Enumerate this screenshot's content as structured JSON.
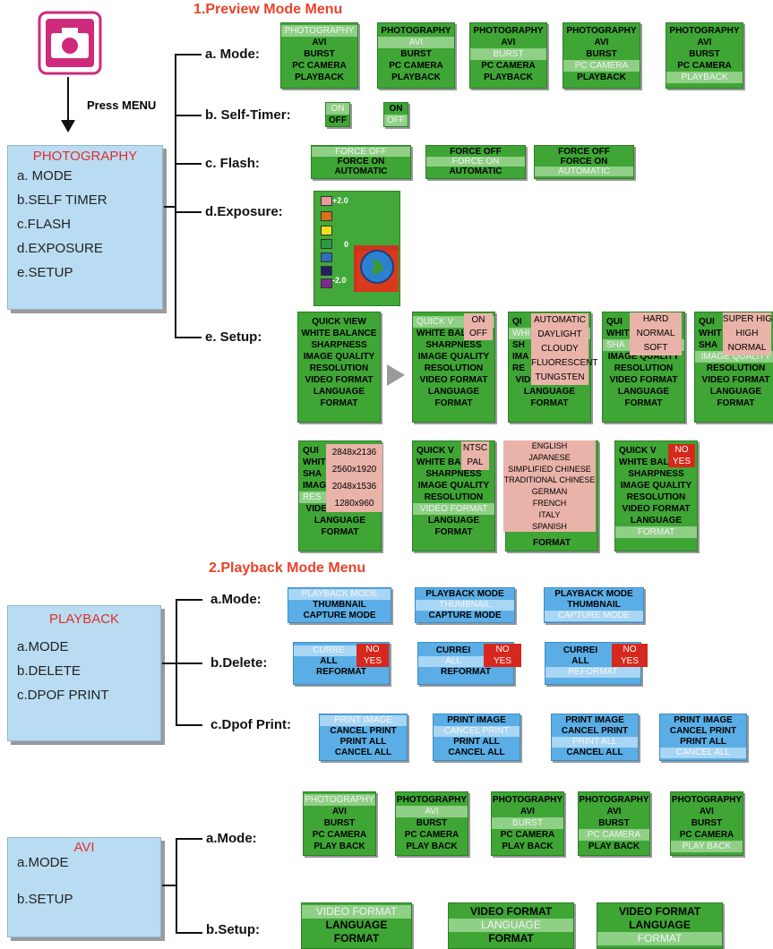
{
  "preview": {
    "title": "1.Preview Mode Menu",
    "press": "Press MENU",
    "menu": {
      "title": "PHOTOGRAPHY",
      "items": [
        "a. MODE",
        "b.SELF  TIMER",
        "c.FLASH",
        "d.EXPOSURE",
        "e.SETUP"
      ]
    },
    "labels": {
      "mode": "a. Mode:",
      "timer": "b. Self-Timer:",
      "flash": "c. Flash:",
      "exposure": "d.Exposure:",
      "setup": "e. Setup:"
    },
    "mode_items": [
      "PHOTOGRAPHY",
      "AVI",
      "BURST",
      "PC CAMERA",
      "PLAYBACK"
    ],
    "timer_items": [
      "ON",
      "OFF"
    ],
    "flash_items": [
      "FORCE OFF",
      "FORCE ON",
      "AUTOMATIC"
    ],
    "exposure": {
      "top": "+2.0",
      "mid": "0",
      "bottom": "-2.0",
      "swatches": [
        "#e89a9a",
        "#d8701a",
        "#f0e020",
        "#2e9a44",
        "#2f6fb8",
        "#222060",
        "#7a2a90"
      ]
    },
    "setup_items": [
      "QUICK VIEW",
      "WHITE BALANCE",
      "SHARPNESS",
      "IMAGE QUALITY",
      "RESOLUTION",
      "VIDEO FORMAT",
      "LANGUAGE",
      "FORMAT"
    ],
    "setup_clip": {
      "quick": "QUICK V",
      "white": "WHITE BAL",
      "qui": "QUI",
      "whit": "WHIT",
      "sha": "SHA",
      "imag": "IMAG",
      "res": "RES",
      "sh": "SH",
      "whi": "WHI",
      "ima": "IMA",
      "re": "RE",
      "q": "QI",
      "s": "SH",
      "sha2": "SHA",
      "wh": "WHIT",
      "qi": "QUI",
      "wh2": "WHIT",
      "sh2": "SHA"
    },
    "sub_onoff": [
      "ON",
      "OFF"
    ],
    "sub_wb": [
      "AUTOMATIC",
      "DAYLIGHT",
      "CLOUDY",
      "FLUORESCENT",
      "TUNGSTEN"
    ],
    "sub_sharp": [
      "HARD",
      "NORMAL",
      "SOFT"
    ],
    "sub_quality": [
      "SUPER HIGH",
      "HIGH",
      "NORMAL"
    ],
    "sub_res": [
      "2848x2136",
      "2560x1920",
      "2048x1536",
      "1280x960"
    ],
    "sub_video": [
      "NTSC",
      "PAL"
    ],
    "sub_lang": [
      "ENGLISH",
      "JAPANESE",
      "SIMPLIFIED CHINESE",
      "TRADITIONAL CHINESE",
      "GERMAN",
      "FRENCH",
      "ITALY",
      "SPANISH"
    ],
    "sub_noyes": [
      "NO",
      "YES"
    ]
  },
  "playback": {
    "title": "2.Playback Mode Menu",
    "menu": {
      "title": "PLAYBACK",
      "items": [
        "a.MODE",
        "b.DELETE",
        "c.DPOF  PRINT"
      ]
    },
    "labels": {
      "mode": "a.Mode:",
      "delete": "b.Delete:",
      "dpof": "c.Dpof Print:"
    },
    "mode_items": [
      "PLAYBACK MODE",
      "THUMBNAIL",
      "CAPTURE MODE"
    ],
    "delete_items": [
      "CURRENT",
      "ALL",
      "REFORMAT"
    ],
    "delete_clip": {
      "cur1": "CURRE",
      "cur2": "CURREI",
      "cur3": "CURREI",
      "ref": "REFORMAT"
    },
    "noyes": [
      "NO",
      "YES"
    ],
    "dpof_items": [
      "PRINT IMAGE",
      "CANCEL PRINT",
      "PRINT ALL",
      "CANCEL ALL"
    ]
  },
  "avi": {
    "menu": {
      "title": "AVI",
      "items": [
        "a.MODE",
        "b.SETUP"
      ]
    },
    "labels": {
      "mode": "a.Mode:",
      "setup": "b.Setup:"
    },
    "mode_items": [
      "PHOTOGRAPHY",
      "AVI",
      "BURST",
      "PC CAMERA",
      "PLAY BACK"
    ],
    "setup_items": [
      "VIDEO FORMAT",
      "LANGUAGE",
      "FORMAT"
    ]
  },
  "colors": {
    "green": "#3fa535",
    "blue": "#5aaee5",
    "menu": "#b9dcf3",
    "red": "#d6281c",
    "pink": "#e9b3a9",
    "title": "#e8432a"
  }
}
